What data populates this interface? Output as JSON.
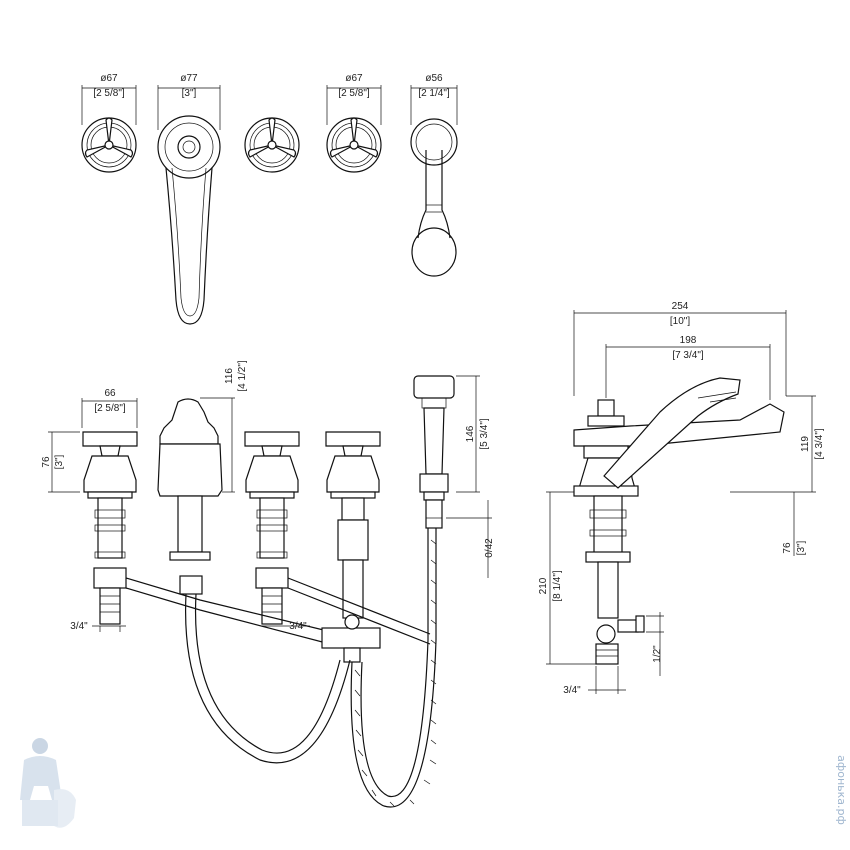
{
  "top_view": {
    "d1": "ø67",
    "d1_in": "[2 5/8\"]",
    "d2": "ø77",
    "d2_in": "[3\"]",
    "d3": "ø67",
    "d3_in": "[2 5/8\"]",
    "d4": "ø56",
    "d4_in": "[2 1/4\"]"
  },
  "front_view": {
    "w66": "66",
    "w66_in": "[2 5/8\"]",
    "h116": "116",
    "h116_in": "[4 1/2\"]",
    "h76": "76",
    "h76_in": "[3\"]",
    "h146": "146",
    "h146_in": "[5 3/4\"]",
    "h042": "0/42",
    "t1": "3/4\"",
    "t2": "3/4\""
  },
  "side_view": {
    "w254": "254",
    "w254_in": "[10\"]",
    "w198": "198",
    "w198_in": "[7 3/4\"]",
    "h119": "119",
    "h119_in": "[4 3/4\"]",
    "h76": "76",
    "h76_in": "[3\"]",
    "h210": "210",
    "h210_in": "[8 1/4\"]",
    "t_half": "1/2\"",
    "t_34": "3/4\""
  },
  "watermark": {
    "text": "афонька.рф"
  }
}
